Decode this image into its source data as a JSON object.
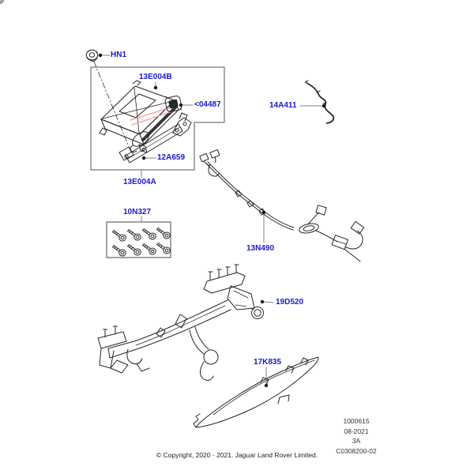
{
  "parts": {
    "nut": {
      "label": "HN1"
    },
    "module": {
      "label": "13E004B"
    },
    "clip": {
      "label": "<04487"
    },
    "bracket": {
      "label": "12A659"
    },
    "module_assembly": {
      "label": "13E004A"
    },
    "wire": {
      "label": "14A411"
    },
    "harness": {
      "label": "13N490"
    },
    "bolt_kit": {
      "label": "10N327"
    },
    "towbar": {
      "label": "19D520"
    },
    "trim_panel": {
      "label": "17K835"
    }
  },
  "footer": {
    "sheet_number": "1000615",
    "date": "08-2021",
    "revision": "3A",
    "drawing_code": "C0308200-02",
    "copyright": "© Copyright, 2020 - 2021. Jaguar Land Rover Limited."
  },
  "colors": {
    "part_label_blue": "#1a1acd",
    "line_art": "#262626",
    "highlight_salmon": "#f09f9f",
    "leader_gray": "#808080"
  }
}
